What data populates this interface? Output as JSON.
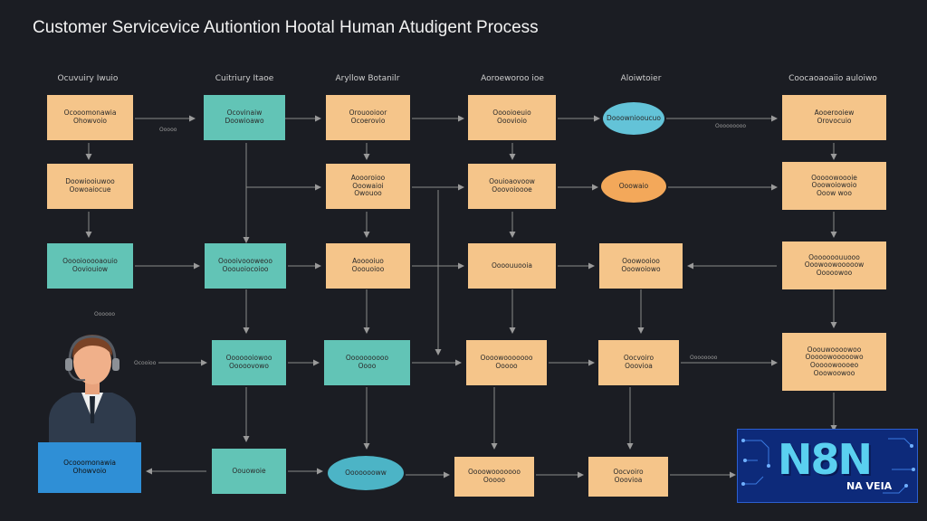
{
  "title": "Customer Servicevice Autiontion Hootal Human Atudigent Process",
  "columns": [
    {
      "id": "c1",
      "label": "Ocuvuiry Iwuio"
    },
    {
      "id": "c2",
      "label": "Cuitriury Itaoe"
    },
    {
      "id": "c3",
      "label": "Aryllow Botanilr"
    },
    {
      "id": "c4",
      "label": "Aoroeworoo ioe"
    },
    {
      "id": "c5",
      "label": "Aloiwtoier"
    },
    {
      "id": "c6",
      "label": "Coocaoaoaiio auloiwo"
    }
  ],
  "nodes": [
    {
      "id": "n1",
      "text": "Ocooomonawia\nOhowvoio"
    },
    {
      "id": "n2",
      "text": "Ocovinaiw\nDoowioawo"
    },
    {
      "id": "n3",
      "text": "Orouooioor\nOcoerovio"
    },
    {
      "id": "n4",
      "text": "Ooooioeuio\nOoovioio"
    },
    {
      "id": "n5",
      "text": "Dooowniooucuo"
    },
    {
      "id": "n6",
      "text": "Aooerooiew\nOrovocuio"
    },
    {
      "id": "n7",
      "text": "Doowiooiuwoo\nOowoaiocue"
    },
    {
      "id": "n8",
      "text": "Aoooroioo\nOoowaioi\nOwouoo"
    },
    {
      "id": "n9",
      "text": "Oouioaovoow\nOoovoioooe"
    },
    {
      "id": "n10",
      "text": "Ooooiooooaouio\nOoviouiow"
    },
    {
      "id": "n11",
      "text": "Ooooivoooweoo\nOoouoiocoioo"
    },
    {
      "id": "n12",
      "text": "Aooooiuo\nOoouoioo"
    },
    {
      "id": "n13",
      "text": "Ooowaio"
    },
    {
      "id": "n14",
      "text": "Oooouuooia"
    },
    {
      "id": "n15",
      "text": "Ooowooioo\nOoowoiowo"
    },
    {
      "id": "n16",
      "text": "Ooooooiowoo\nOoooovowo"
    },
    {
      "id": "n17",
      "text": "Ooooowoooie\nOoowoiowoio\nOoow woo"
    },
    {
      "id": "n18",
      "text": "Ooooooouuooo\nOoowoowooooow\nOoooowoo"
    },
    {
      "id": "n19",
      "text": "Ooouwoooowoo\nOoooowooooowo\nOoooowoooeo\nOoowoowoo"
    },
    {
      "id": "n20",
      "text": "Oooooooooo\nOooo"
    },
    {
      "id": "n21",
      "text": "Oooowooooooo\nOoooo"
    },
    {
      "id": "n22",
      "text": "Oocvoiro\nOoovioa"
    },
    {
      "id": "n23",
      "text": "Oouowoie"
    },
    {
      "id": "n24",
      "text": "Oooooooww"
    }
  ],
  "side_labels": {
    "left_a": "Ocooioo",
    "left_b": "Oooooo",
    "top_a": "Ooooo",
    "top_b": "Oooooooo",
    "top_c": "Ooooooooo"
  },
  "logo": {
    "mark": "N8N",
    "sub": "NA VEIA"
  },
  "colors": {
    "background": "#1b1d23",
    "teal": "#62c4b6",
    "peach": "#f5c58a",
    "blue": "#2f8fd6"
  }
}
